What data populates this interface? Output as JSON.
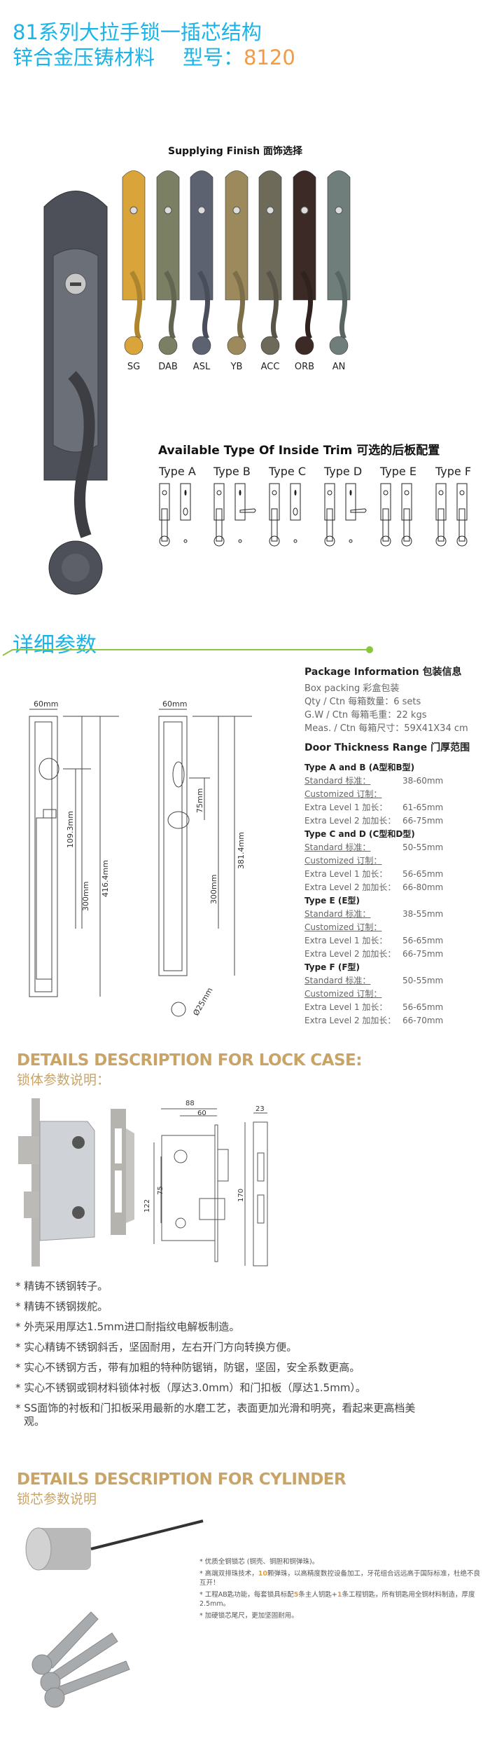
{
  "header": {
    "line1": "81系列大拉手锁一插芯结构",
    "line2_material": "锌合金压铸材料",
    "line2_model_label": "型号：",
    "line2_model": "8120"
  },
  "finish": {
    "title": "Supplying Finish 面饰选择",
    "items": [
      {
        "code": "SG",
        "color": "#d9a53a"
      },
      {
        "code": "DAB",
        "color": "#7b7f64"
      },
      {
        "code": "ASL",
        "color": "#5d6270"
      },
      {
        "code": "YB",
        "color": "#9c8a5c"
      },
      {
        "code": "ACC",
        "color": "#6e6a5a"
      },
      {
        "code": "ORB",
        "color": "#3c2a26"
      },
      {
        "code": "AN",
        "color": "#6f7e7a"
      }
    ]
  },
  "trim": {
    "title": "Available Type Of Inside Trim  可选的后板配置",
    "types": [
      "Type A",
      "Type B",
      "Type C",
      "Type D",
      "Type E",
      "Type F"
    ]
  },
  "details": {
    "title": "详细参数",
    "accent": "#8cc63f"
  },
  "drawing": {
    "left": {
      "width": "60mm",
      "d1": "109.3mm",
      "d2": "300mm",
      "d3": "416.4mm"
    },
    "right": {
      "width": "60mm",
      "d1": "75mm",
      "d2": "300mm",
      "d3": "381.4mm",
      "dia": "Ø25mm"
    }
  },
  "package": {
    "title": "Package  Information 包装信息",
    "lines": [
      "Box packing 彩盒包装",
      "Qty / Ctn 每箱数量：6 sets",
      "G.W / Ctn 每箱毛重：22 kgs",
      "Meas. / Ctn 每箱尺寸：59X41X34 cm"
    ]
  },
  "door": {
    "title": "Door Thickness Range 门厚范围",
    "groups": [
      {
        "name": "Type A and B (A型和B型)",
        "standard": "38-60mm",
        "l1": "61-65mm",
        "l2": "66-75mm"
      },
      {
        "name": "Type C and D (C型和D型)",
        "standard": "50-55mm",
        "l1": "56-65mm",
        "l2": "66-80mm"
      },
      {
        "name": "Type E (E型)",
        "standard": "38-55mm",
        "l1": "56-65mm",
        "l2": "66-75mm"
      },
      {
        "name": "Type F (F型)",
        "standard": "50-55mm",
        "l1": "56-65mm",
        "l2": "66-70mm"
      }
    ],
    "labels": {
      "standard": "Standard 标准：",
      "customized": "Customized 订制：",
      "l1": "Extra Level 1 加长：",
      "l2": "Extra Level 2 加加长："
    }
  },
  "lockcase": {
    "title": "DETAILS DESCRIPTION FOR LOCK CASE:",
    "subtitle": "锁体参数说明：",
    "dims": {
      "a": "88",
      "b": "60",
      "c": "122",
      "d": "75",
      "e": "23",
      "f": "170"
    },
    "bullets": [
      "* 精铸不锈钢转子。",
      "* 精铸不锈钢拨舵。",
      "* 外壳采用厚达1.5mm进口耐指纹电解板制造。",
      "* 实心精铸不锈钢斜舌，坚固耐用，左右开门方向转换方便。",
      "* 实心不锈钢方舌，带有加粗的特种防锯销，防锯，坚固，安全系数更高。",
      "* 实心不锈钢或铜材料锁体衬板（厚达3.0mm）和门扣板（厚达1.5mm）。",
      "* SS面饰的衬板和门扣板采用最新的水磨工艺，表面更加光滑和明亮，看起来更高档美观。"
    ]
  },
  "cylinder": {
    "title": "DETAILS DESCRIPTION FOR CYLINDER",
    "subtitle": "锁芯参数说明",
    "b1": "* 优质全铜锁芯 (铜壳、铜胆和铜弹珠)。",
    "b2a": "* 高端双排珠技术，",
    "b2n": "10",
    "b2b": "颗弹珠，以高精度数控设备加工，牙花组合远远高于国际标准，杜绝不良互开！",
    "b3a": "* 工程AB匙功能，每套锁具标配",
    "b3n1": "5",
    "b3b": "条主人钥匙+",
    "b3n2": "1",
    "b3c": "条工程钥匙，所有钥匙用全铜材料制造，厚度2.5mm。",
    "b4": "* 加硬锁芯尾尺，更加坚固耐用。"
  }
}
